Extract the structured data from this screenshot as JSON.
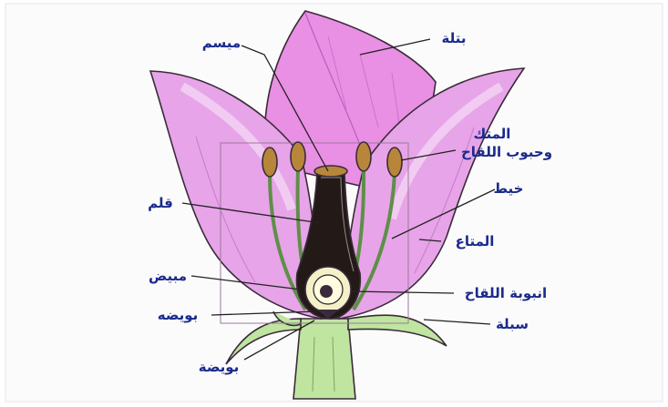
{
  "diagram": {
    "labels": {
      "petal": "بتلة",
      "stigma": "ميسم",
      "anther_pollen_line1": "المتك",
      "anther_pollen_line2": "وحبوب اللقاح",
      "filament": "خيط",
      "style": "قلم",
      "receptacle": "المتاع",
      "ovary": "مبيض",
      "pollen_tube": "انبوبة اللقاح",
      "ovule_small": "بويضه",
      "sepal": "سبلة",
      "ovule": "بويضة"
    },
    "colors": {
      "petal_fill": "#e69be6",
      "petal_dark": "#cf6fd0",
      "stem_green": "#b8e39a",
      "label_blue": "#1a2a8c"
    }
  }
}
